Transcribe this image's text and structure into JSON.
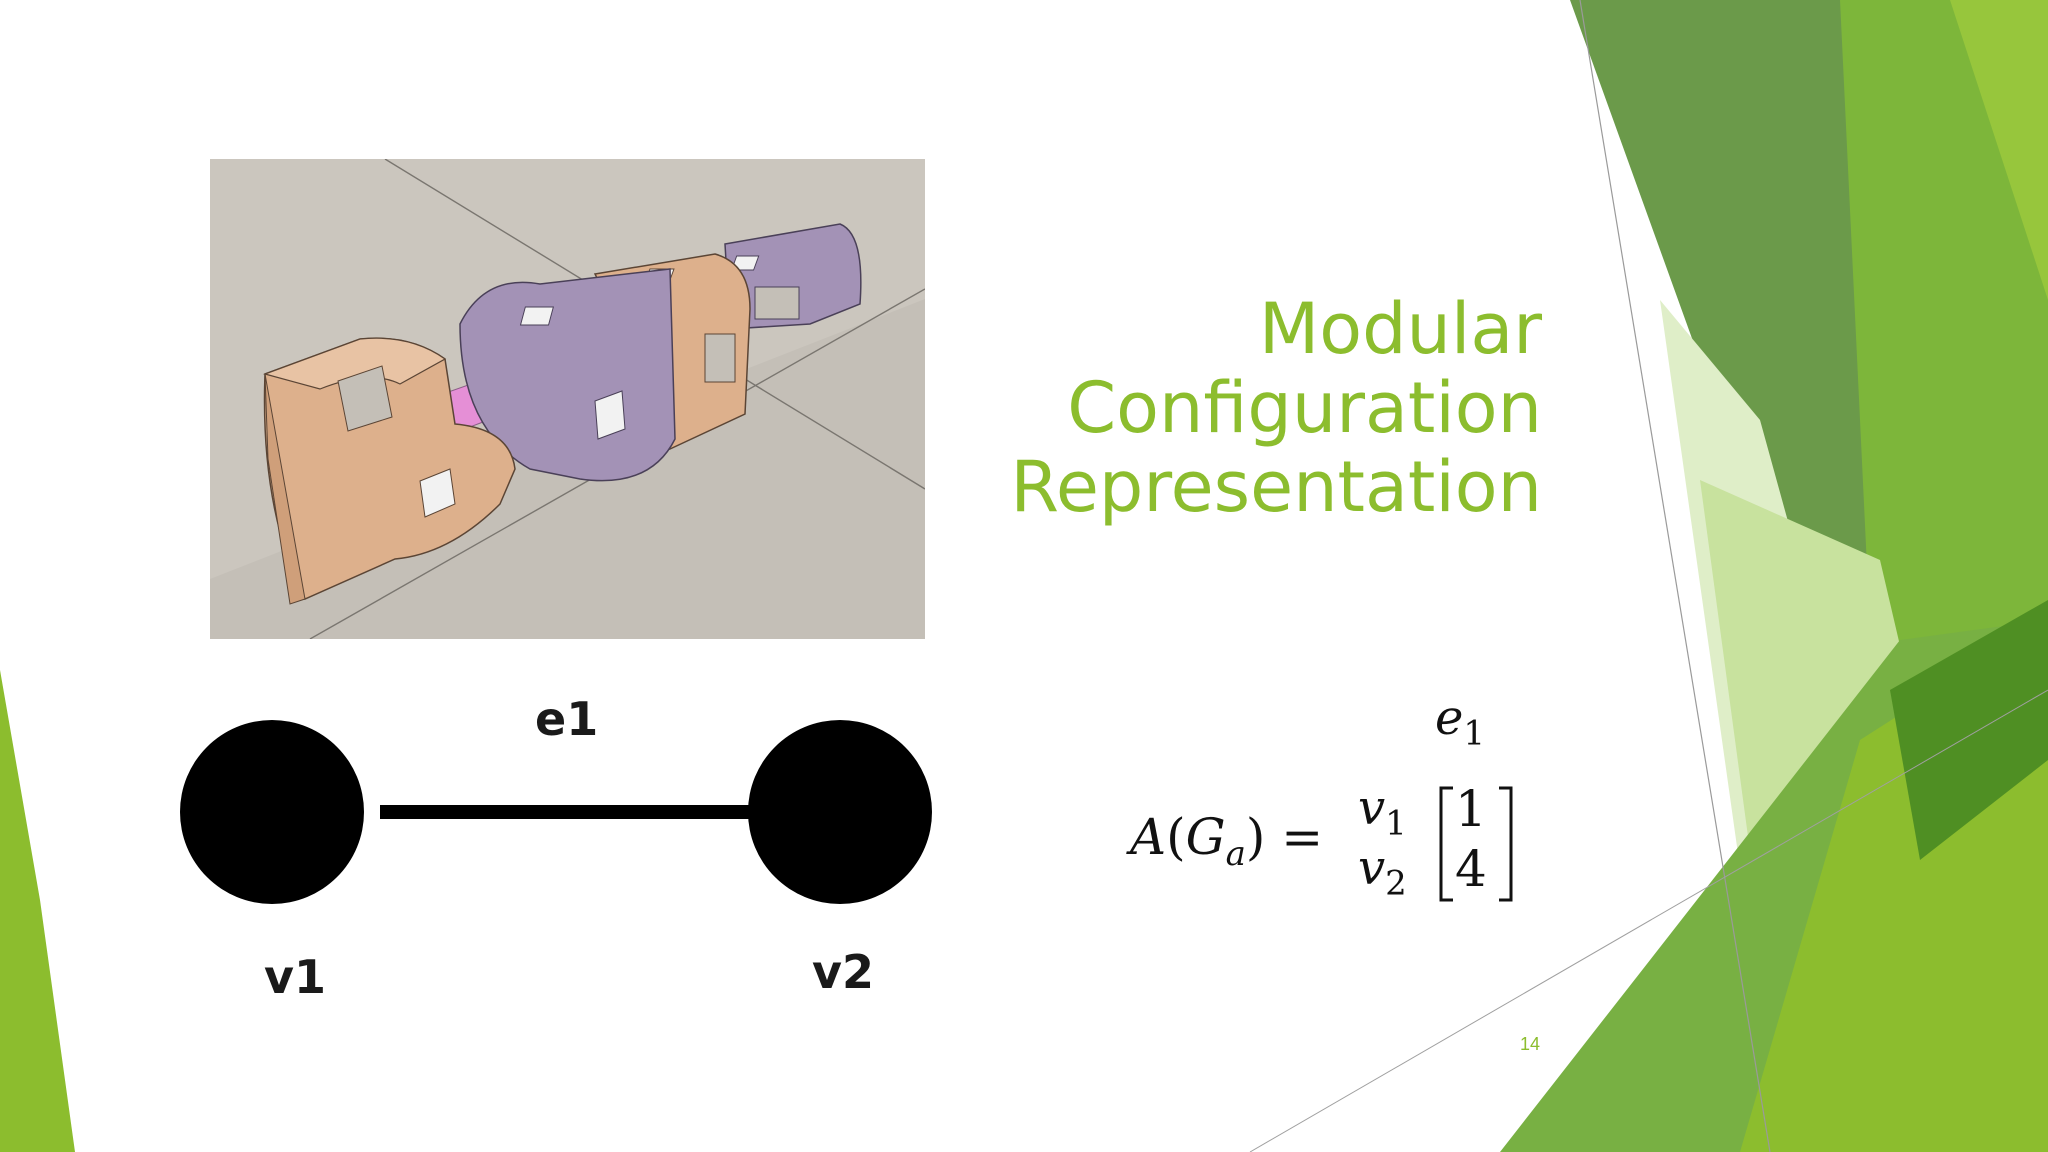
{
  "slide": {
    "title_lines": [
      "Modular",
      "Configuration",
      "Representation"
    ],
    "page_number": "14"
  },
  "graph": {
    "edge_label": "e1",
    "vertex_labels": [
      "v1",
      "v2"
    ]
  },
  "formula": {
    "lhs_func": "A",
    "lhs_open": "(",
    "lhs_var": "G",
    "lhs_sub": "a",
    "lhs_close": ")",
    "equals": "=",
    "column_label": "e",
    "column_sub": "1",
    "row_labels": [
      {
        "var": "v",
        "sub": "1"
      },
      {
        "var": "v",
        "sub": "2"
      }
    ],
    "matrix_values": [
      "1",
      "4"
    ]
  },
  "colors": {
    "accent_green": "#8cbd2e",
    "dark_green": "#4f8f23",
    "module_peach": "#ddb08c",
    "module_purple": "#a392b6",
    "connector_pink": "#e58fd6"
  },
  "icons": {
    "photo": "modular-robot-render-image"
  }
}
